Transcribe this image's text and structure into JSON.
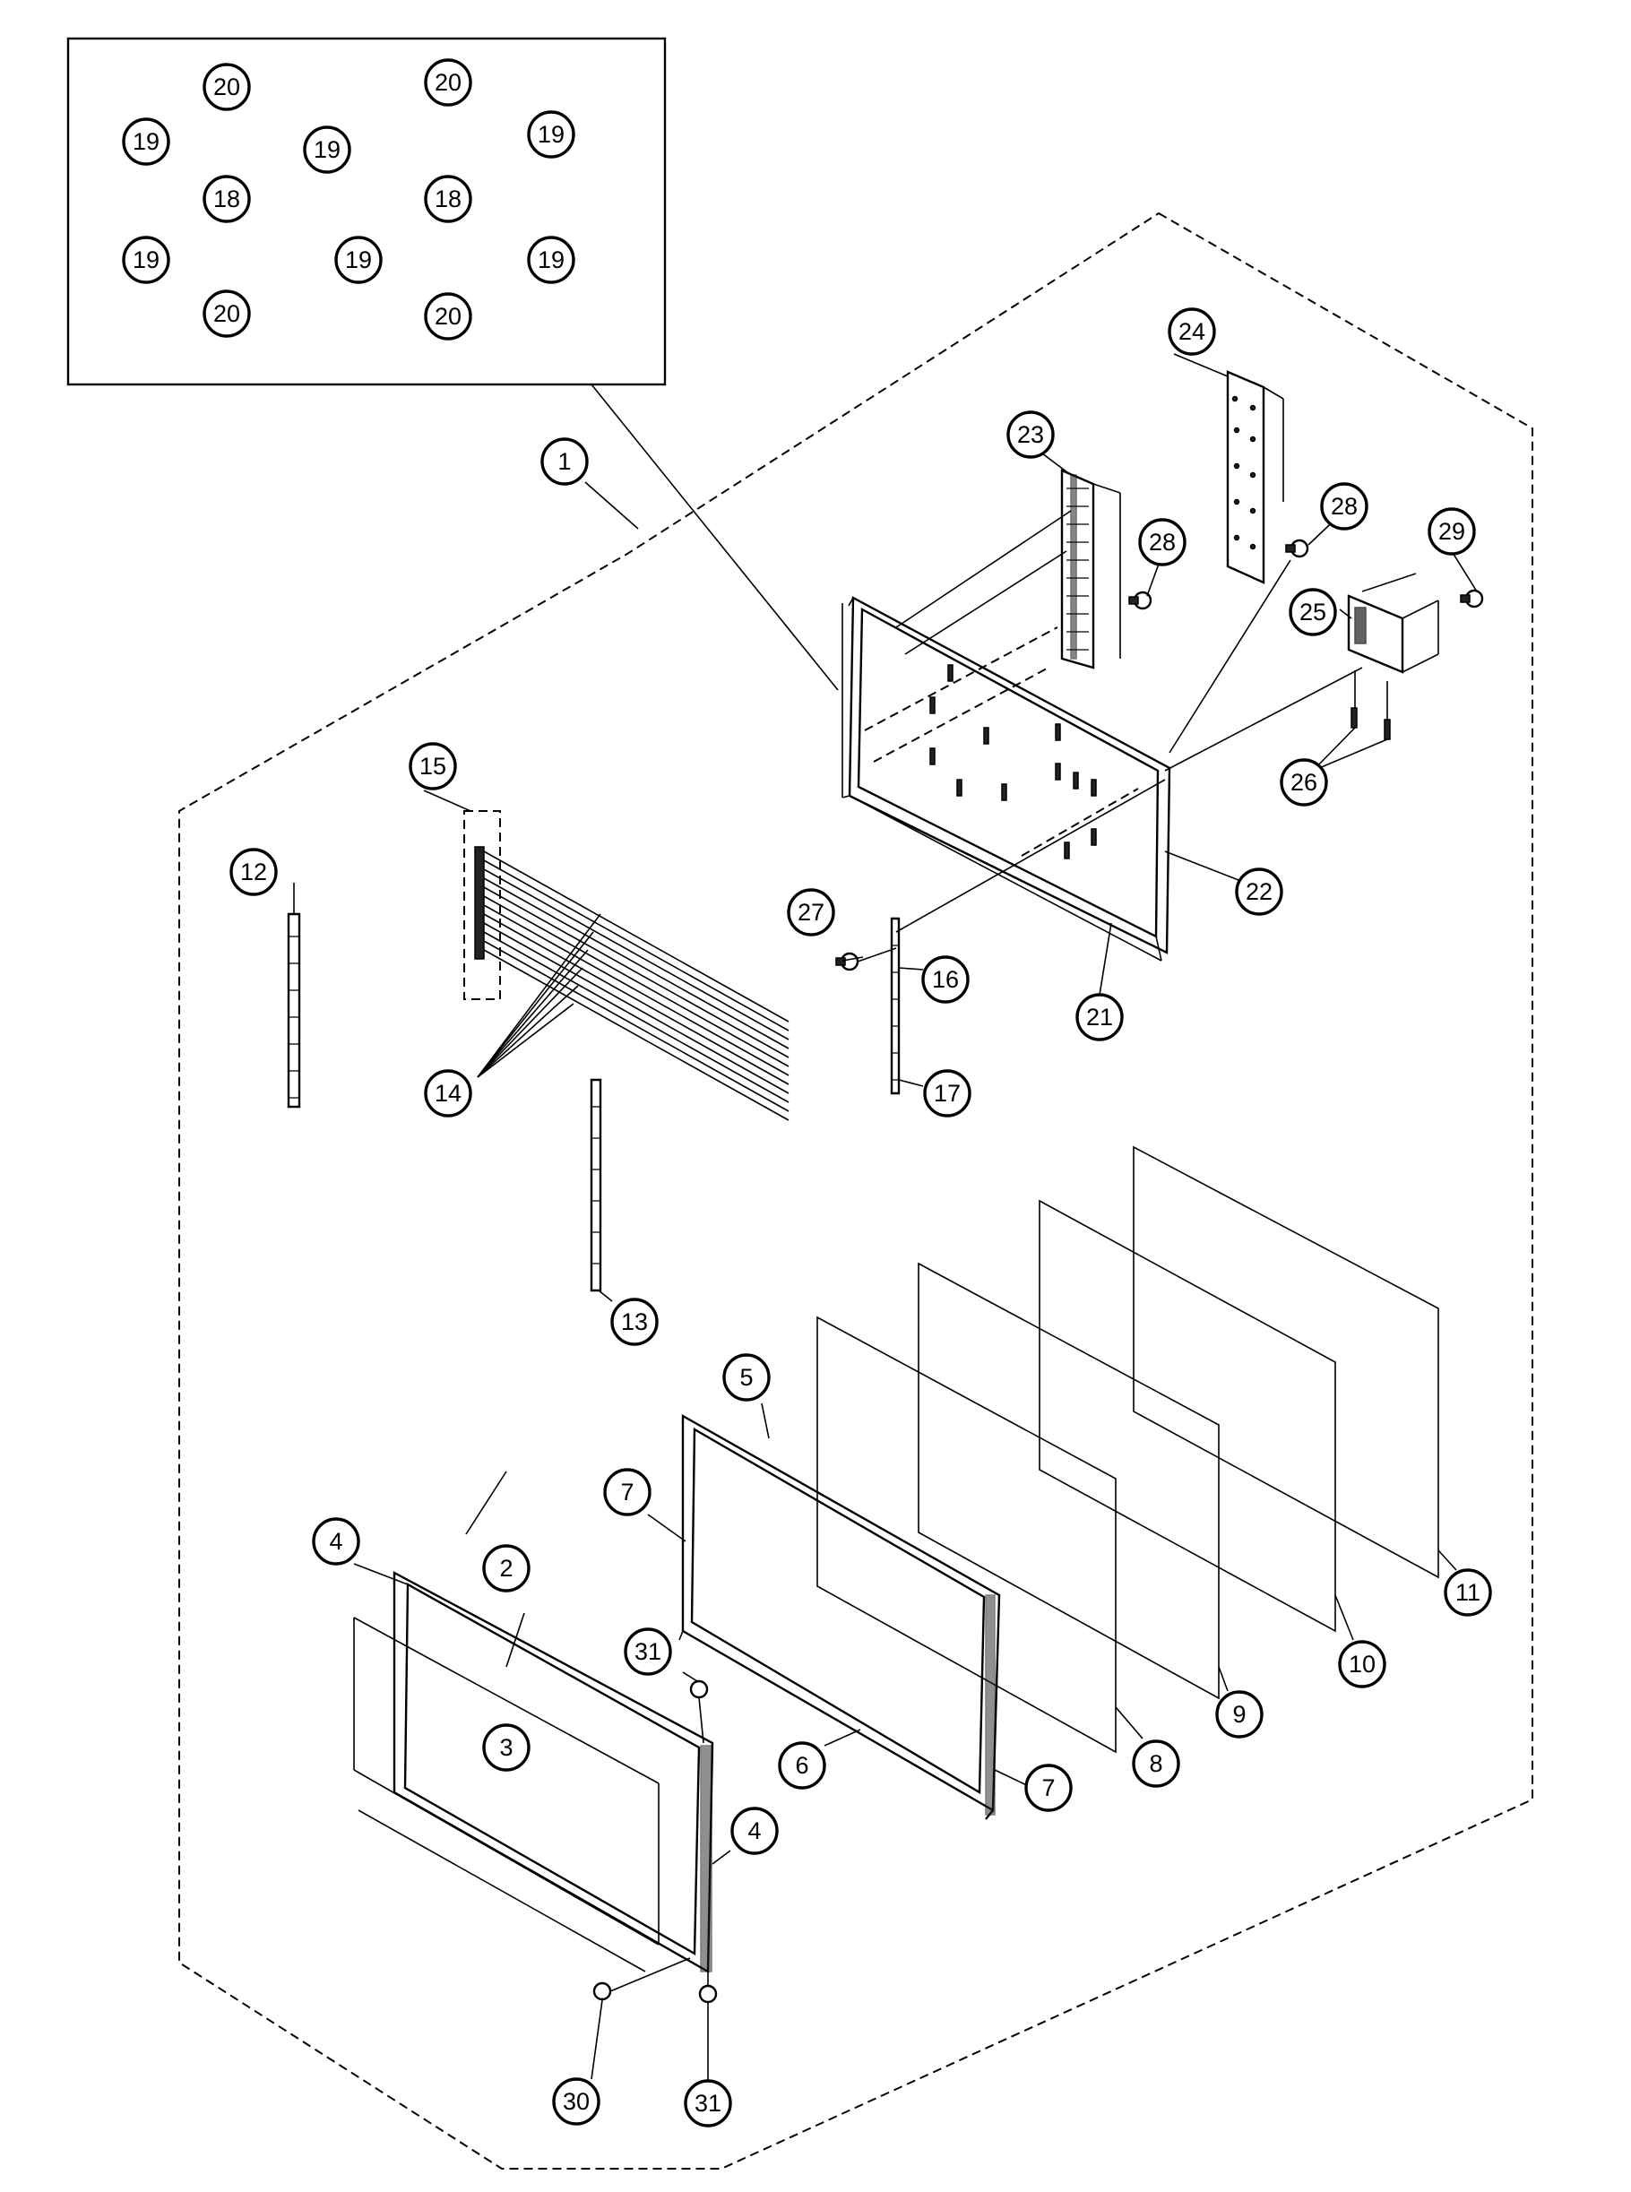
{
  "inset_callouts": [
    {
      "id": "inset-20-a",
      "label": "20"
    },
    {
      "id": "inset-20-b",
      "label": "20"
    },
    {
      "id": "inset-19-a",
      "label": "19"
    },
    {
      "id": "inset-19-b",
      "label": "19"
    },
    {
      "id": "inset-19-c",
      "label": "19"
    },
    {
      "id": "inset-18-a",
      "label": "18"
    },
    {
      "id": "inset-18-b",
      "label": "18"
    },
    {
      "id": "inset-19-d",
      "label": "19"
    },
    {
      "id": "inset-19-e",
      "label": "19"
    },
    {
      "id": "inset-19-f",
      "label": "19"
    },
    {
      "id": "inset-20-c",
      "label": "20"
    },
    {
      "id": "inset-20-d",
      "label": "20"
    }
  ],
  "callouts": [
    {
      "id": "c1",
      "label": "1"
    },
    {
      "id": "c2",
      "label": "2"
    },
    {
      "id": "c3",
      "label": "3"
    },
    {
      "id": "c4a",
      "label": "4"
    },
    {
      "id": "c4b",
      "label": "4"
    },
    {
      "id": "c5",
      "label": "5"
    },
    {
      "id": "c6",
      "label": "6"
    },
    {
      "id": "c7a",
      "label": "7"
    },
    {
      "id": "c7b",
      "label": "7"
    },
    {
      "id": "c8",
      "label": "8"
    },
    {
      "id": "c9",
      "label": "9"
    },
    {
      "id": "c10",
      "label": "10"
    },
    {
      "id": "c11",
      "label": "11"
    },
    {
      "id": "c12",
      "label": "12"
    },
    {
      "id": "c13",
      "label": "13"
    },
    {
      "id": "c14",
      "label": "14"
    },
    {
      "id": "c15",
      "label": "15"
    },
    {
      "id": "c16",
      "label": "16"
    },
    {
      "id": "c17",
      "label": "17"
    },
    {
      "id": "c21",
      "label": "21"
    },
    {
      "id": "c22",
      "label": "22"
    },
    {
      "id": "c23",
      "label": "23"
    },
    {
      "id": "c24",
      "label": "24"
    },
    {
      "id": "c25",
      "label": "25"
    },
    {
      "id": "c26",
      "label": "26"
    },
    {
      "id": "c27",
      "label": "27"
    },
    {
      "id": "c28a",
      "label": "28"
    },
    {
      "id": "c28b",
      "label": "28"
    },
    {
      "id": "c29",
      "label": "29"
    },
    {
      "id": "c30",
      "label": "30"
    },
    {
      "id": "c31a",
      "label": "31"
    },
    {
      "id": "c31b",
      "label": "31"
    }
  ]
}
